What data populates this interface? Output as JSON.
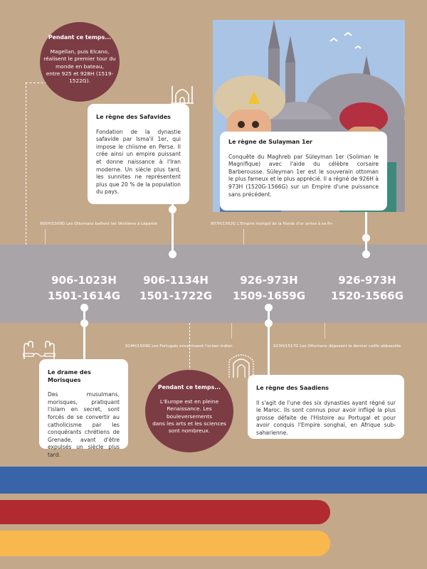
{
  "timeline": {
    "dates": [
      {
        "hijri": "906-1023H",
        "greg": "1501-1614G"
      },
      {
        "hijri": "906-1134H",
        "greg": "1501-1722G"
      },
      {
        "hijri": "926-973H",
        "greg": "1509-1659G"
      },
      {
        "hijri": "926-973H",
        "greg": "1520-1566G"
      }
    ]
  },
  "events": {
    "lepante": "905H/1500G Les Ottomans battent les Vénitiens à Lépante",
    "horde": "907H/1502G L'Empire mongol de la Horde d'or arrive à sa fin",
    "ocean": "914H/1509G Les Portugais envahissent l'océan indien",
    "calife": "923H/1517G Les Ottomans déposent le dernier calife abbasside"
  },
  "circles": {
    "top": {
      "title": "Pendant ce temps...",
      "lines": [
        "Magellan, puis Elcano,",
        "réalisent le premier tour du",
        "monde en bateau,",
        "entre 925 et 928H (1519-",
        "1522G)."
      ]
    },
    "bottom": {
      "title": "Pendant ce temps...",
      "lines": [
        "L'Europe est en pleine",
        "Renaissance. Les",
        "bouleversements",
        "dans les arts et les sciences",
        "sont nombreux."
      ]
    }
  },
  "cards": {
    "safavides": {
      "title": "Le règne des Safavides",
      "text": "Fondation de la dynastie safavide par Isma'il 1er, qui impose le chiisme en Perse. Il crée ainsi un empire puissant et donne naissance à l'Iran moderne. Un siècle plus tard, les sunnites ne représentent plus que 20 % de la population du pays."
    },
    "sulayman": {
      "title": "Le règne de Sulayman 1er",
      "text": "Conquête du Maghreb par Süleyman 1er (Soliman le Magnifique) avec l'aide du célèbre corsaire Barberousse. Süleyman 1er est le souverain ottoman le plus fameux et le plus apprécié. Il a régné de 926H à 973H (1520G-1566G) sur un Empire d'une puissance sans précédent."
    },
    "morisques": {
      "title": "Le drame des Morisques",
      "text": "Des musulmans, morisques, pratiquant l'islam en secret, sont forcés de se convertir au catholicisme par les conquérants chrétiens de Grenade, avant d'être expulsés un siècle plus tard."
    },
    "saadiens": {
      "title": "Le règne des Saadiens",
      "text": "Il s'agit de l'une des six dynasties ayant régné sur le Maroc. Ils sont connus pour avoir infligé la plus grosse défaite de l'Histoire au Portugal et pour avoir conquis l'Empire songhaï, en Afrique sub-saharienne."
    }
  },
  "colors": {
    "background": "#c4a88a",
    "band": "#a9a4a8",
    "circle": "#7c3c44",
    "stripe_blue": "#3a64a8",
    "stripe_red": "#b02a30",
    "stripe_yellow": "#f8b84e"
  }
}
